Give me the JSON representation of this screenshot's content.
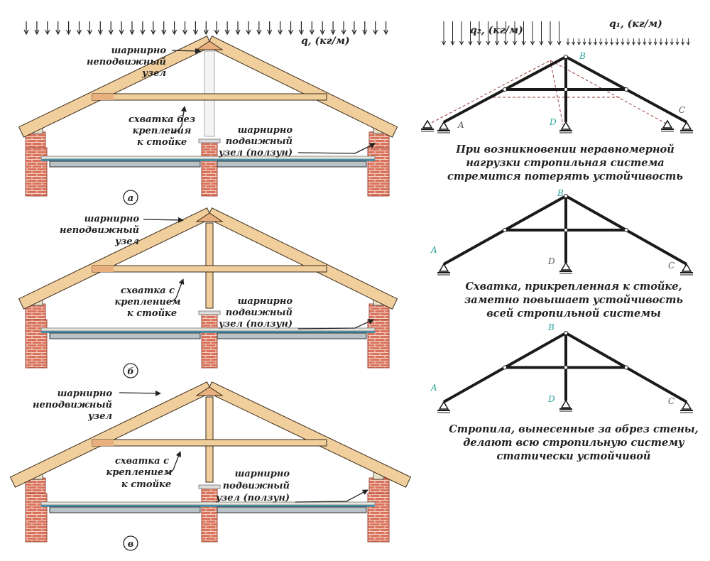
{
  "colors": {
    "timber": "#f1cf9d",
    "timber_dark": "#e8b07e",
    "timber_edge": "#3a2a1a",
    "brick": "#d9735e",
    "brick_mortar": "#f3d4c6",
    "slab": "#b9c3c7",
    "slab_top": "#4a8ea6",
    "truss": "#1a1a1a",
    "node_label_accent": "#2aa39a",
    "node_label_plain": "#555555",
    "deformed": "#c03030",
    "arrow": "#222222"
  },
  "left_panels": [
    {
      "id": "a",
      "variant_label": "а",
      "ridge_note": [
        "шарнирно",
        "неподвижный",
        "узел"
      ],
      "collar_note": [
        "схватка без",
        "крепления",
        "к стойке"
      ],
      "eave_note": [
        "шарнирно",
        "подвижный",
        "узел (ползун)"
      ],
      "load_label": "q, (кг/м)",
      "post_type": "thin"
    },
    {
      "id": "b",
      "variant_label": "б",
      "ridge_note": [
        "шарнирно",
        "неподвижный",
        "узел"
      ],
      "collar_note": [
        "схватка с",
        "креплением",
        "к стойке"
      ],
      "eave_note": [
        "шарнирно",
        "подвижный",
        "узел (ползун)"
      ],
      "post_type": "full"
    },
    {
      "id": "c",
      "variant_label": "в",
      "ridge_note": [
        "шарнирно",
        "неподвижный",
        "узел"
      ],
      "collar_note": [
        "схватка с",
        "креплением",
        "к стойке"
      ],
      "eave_note": [
        "шарнирно",
        "подвижный",
        "узел (ползун)"
      ],
      "post_type": "full"
    }
  ],
  "right_panels": [
    {
      "id": "r1",
      "load_labels": {
        "q2": "q₂, (кг/м)",
        "q1": "q₁, (кг/м)"
      },
      "nodes": {
        "A": "A",
        "B": "B",
        "C": "C",
        "D": "D"
      },
      "caption": [
        "При возникновении неравномерной",
        "нагрузки стропильная система",
        "стремится потерять устойчивость"
      ]
    },
    {
      "id": "r2",
      "nodes": {
        "A": "A",
        "B": "B",
        "C": "C",
        "D": "D"
      },
      "caption": [
        "Схватка, прикрепленная к стойке,",
        "заметно повышает устойчивость",
        "всей стропильной системы"
      ]
    },
    {
      "id": "r3",
      "nodes": {
        "A": "A",
        "B": "B",
        "C": "C",
        "D": "D"
      },
      "caption": [
        "Стропила, вынесенные за обрез стены,",
        "делают всю стропильную систему",
        "статически устойчивой"
      ]
    }
  ]
}
